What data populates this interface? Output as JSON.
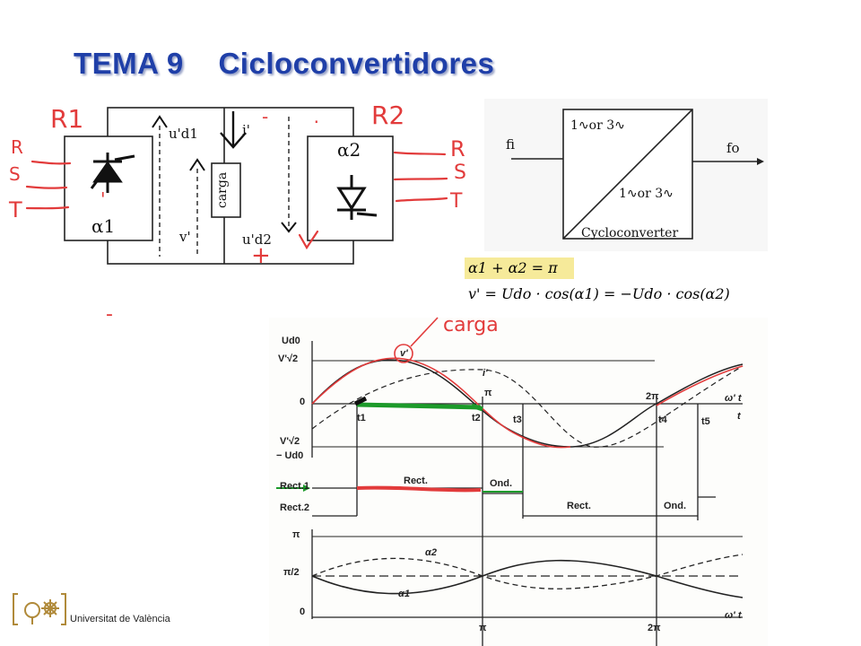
{
  "title": "TEMA 9    Cicloconvertidores",
  "circuit": {
    "r1": "R1",
    "r2": "R2",
    "phase_r_left": "R",
    "phase_s_left": "S",
    "phase_t_left": "T",
    "phase_r_right": "R",
    "phase_s_right": "S",
    "phase_t_right": "T",
    "alpha1": "α1",
    "alpha2": "α2",
    "ud1": "u'd1",
    "ud2": "u'd2",
    "i_label": "i'",
    "v_label": "v'",
    "load": "carga",
    "plus": "+",
    "minus_top": "- .",
    "minus_left": "-",
    "tick_mark": "'"
  },
  "cycloconverter": {
    "fi": "fi",
    "fo": "fo",
    "top_text": "1∿or 3∿",
    "bottom_text": "1∿or 3∿",
    "caption": "Cycloconverter",
    "colors": {
      "line": "#222222"
    }
  },
  "formulas": {
    "f1": "α1 + α2 = π",
    "f2": "v' = Udo · cos(α1) = −Udo · cos(α2)",
    "highlight": "#f6ea9a"
  },
  "graph": {
    "annotation": "carga",
    "y_labels": {
      "ud0": "Ud0",
      "v_sqrt2": "V'√2",
      "zero": "0",
      "neg_v_sqrt2": "V'√2",
      "neg_ud0": "− Ud0"
    },
    "curve_labels": {
      "v": "v'",
      "i": "i'"
    },
    "time_labels": {
      "t1": "t1",
      "t2": "t2",
      "t3": "t3",
      "t4": "t4",
      "t5": "t5",
      "pi": "π",
      "two_pi": "2π",
      "wt": "ω' t",
      "t": "t"
    },
    "rect_labels": {
      "rect1": "Rect.1",
      "rect2": "Rect.2",
      "rect_a": "Rect.",
      "ond_a": "Ond.",
      "rect_b": "Rect.",
      "ond_b": "Ond."
    },
    "angle_labels": {
      "pi": "π",
      "pi_half": "π/2",
      "zero": "0",
      "alpha2": "α2",
      "alpha1": "α1",
      "x_pi": "π",
      "x_two_pi": "2π",
      "wt": "ω' t"
    },
    "colors": {
      "ink": "#e23b3b",
      "green": "#1c9a2a",
      "paper": "#fdfdfb"
    }
  },
  "footer": {
    "university": "Universitat de València"
  }
}
